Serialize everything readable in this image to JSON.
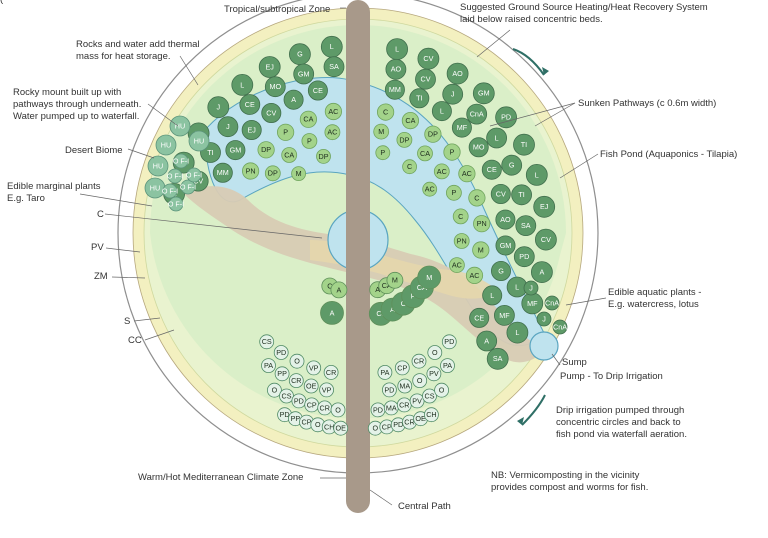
{
  "labels": {
    "top_fragment": "(",
    "tropical_zone": "Tropical/subtropical Zone",
    "ground_source_l1": "Suggested Ground Source Heating/Heat Recovery System",
    "ground_source_l2": "laid below raised concentric beds.",
    "rocks_water_l1": "Rocks and water add thermal",
    "rocks_water_l2": "mass for heat storage.",
    "rocky_mount_l1": "Rocky mount built up with",
    "rocky_mount_l2": "pathways through underneath.",
    "rocky_mount_l3": "Water pumped up to waterfall.",
    "sunken_pathways": "Sunken Pathways (c 0.6m width)",
    "desert_biome": "Desert Biome",
    "fish_pond": "Fish Pond (Aquaponics - Tilapia)",
    "edible_marginal_l1": "Edible marginal plants",
    "edible_marginal_l2": "E.g. Taro",
    "c_label": "C",
    "pv_label": "PV",
    "zm_label": "ZM",
    "s_label": "S",
    "cc_label": "CC",
    "edible_aquatic_l1": "Edible aquatic plants -",
    "edible_aquatic_l2": "E.g. watercress, lotus",
    "sump": "Sump",
    "pump": "Pump - To Drip Irrigation",
    "drip_l1": "Drip irrigation pumped through",
    "drip_l2": "concentric circles and back to",
    "drip_l3": "fish pond via waterfall aeration.",
    "nb_l1": "NB: Vermicomposting in the vicinity",
    "nb_l2": "provides compost and worms for fish.",
    "med_zone": "Warm/Hot Mediterranean Climate Zone",
    "central_path": "Central Path"
  },
  "colors": {
    "tropical_dark": "#5e9a68",
    "tropical_mid": "#79b37a",
    "tropical_light": "#a3d38a",
    "medit_circle": "#e4f2e8",
    "medit_circle_stroke": "#4f8a65",
    "water": "#bfe3ee",
    "water_stroke": "#5aa5c0",
    "path": "#a8998a",
    "rock": "#d8cbb4",
    "sand": "#e6d7ac",
    "med_ring": "#e9f3cf",
    "gravel": "#f3f0c0",
    "arrow": "#2f6f66"
  },
  "plants": {
    "outer_tropical": [
      "G",
      "PD",
      "TI",
      "J",
      "L",
      "EJ",
      "G",
      "L",
      "EJ",
      "L",
      "CV",
      "AO",
      "GM",
      "PD",
      "TI",
      "L",
      "EJ",
      "CV",
      "A",
      "MF",
      "L",
      "SA",
      "CV",
      "TI",
      "J",
      "CE",
      "MO",
      "GM",
      "SA",
      "MM",
      "AO",
      "CV",
      "J",
      "CnA",
      "L",
      "G",
      "TI",
      "SA",
      "PD",
      "L",
      "MF",
      "A",
      "MM",
      "GM",
      "EJ",
      "CV",
      "A",
      "CE",
      "MO",
      "AO",
      "MM",
      "TI",
      "L",
      "MF",
      "MO",
      "CE",
      "CV",
      "AO",
      "GM",
      "G",
      "L",
      "CE"
    ],
    "inner_tropical": [
      "PN",
      "DP",
      "P",
      "CA",
      "AC",
      "M",
      "C",
      "CA",
      "DP",
      "P",
      "AC",
      "C",
      "PN",
      "M",
      "AC",
      "DP",
      "CA",
      "P",
      "AC",
      "C",
      "M",
      "DP",
      "CA",
      "AC",
      "P",
      "C",
      "PN",
      "AC",
      "M",
      "DP",
      "CA",
      "P",
      "C",
      "AC"
    ],
    "lower_tropical": [
      "A",
      "C",
      "CA",
      "M",
      "CJ",
      "A",
      "C",
      "P",
      "CA",
      "M",
      "C",
      "A",
      "CJ",
      "P",
      "C",
      "A",
      "CA",
      "M",
      "CJ",
      "C"
    ],
    "mediterranean": [
      "PD",
      "PP",
      "CP",
      "O",
      "CH",
      "OE",
      "CS",
      "PP",
      "O",
      "CP",
      "PD",
      "CR",
      "OE",
      "CH",
      "O",
      "CS",
      "PD",
      "CP",
      "CR",
      "O",
      "VP",
      "OE",
      "PD",
      "MA",
      "CR",
      "PV",
      "CS",
      "O",
      "PA",
      "PP",
      "CR",
      "OE",
      "VP",
      "O",
      "CP",
      "CR",
      "PD",
      "MA",
      "O",
      "PV",
      "PA",
      "CS",
      "PD",
      "O",
      "VP",
      "CR",
      "OE",
      "PP",
      "PA",
      "CP",
      "CR",
      "O",
      "PD",
      "MA",
      "PV",
      "O",
      "CS",
      "PA",
      "PP",
      "CR"
    ],
    "desert": [
      "HU",
      "HU",
      "HU",
      "HU",
      "HU",
      "O F-I",
      "O F-I",
      "O F-I",
      "O F-I",
      "O F-I",
      "O F-I"
    ]
  }
}
